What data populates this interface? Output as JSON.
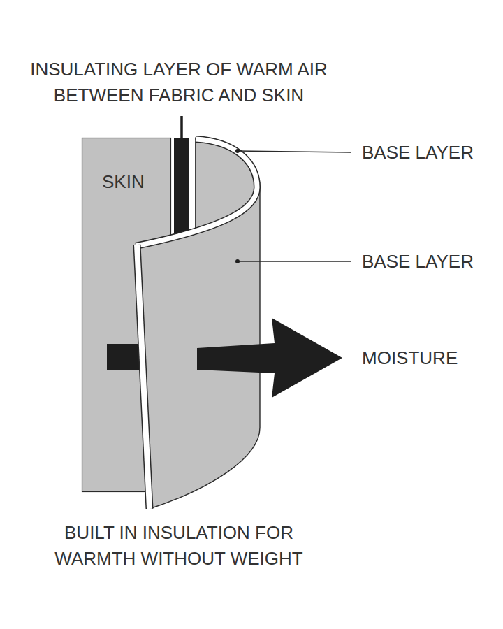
{
  "diagram": {
    "nodes": [
      {
        "text": [
          "SKIN"
        ]
      }
    ],
    "labels": [
      "INSULATING LAYER OF WARM AIR BETWEEN FABRIC AND SKIN",
      "BASE LAYER",
      "BASE LAYER",
      "MOISTURE",
      "BUILT IN INSULATION FOR WARMTH WITHOUT WEIGHT"
    ]
  }
}
